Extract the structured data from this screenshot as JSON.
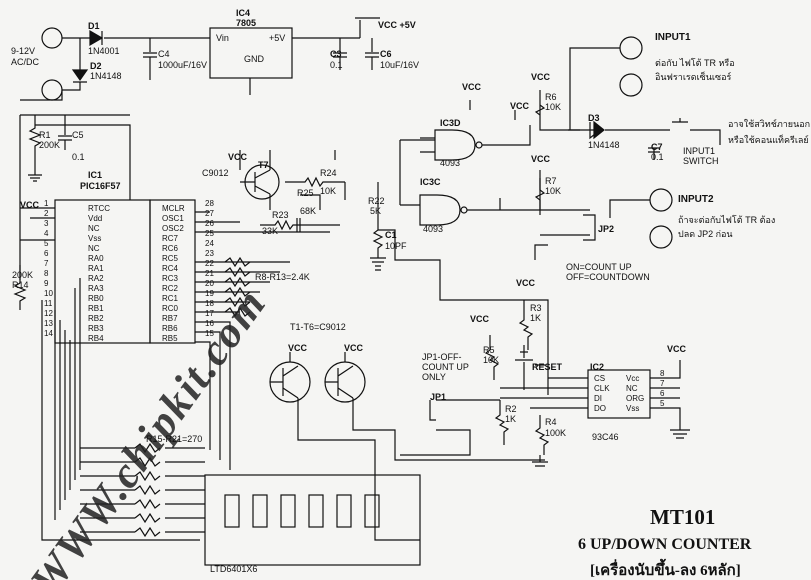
{
  "watermark": "WWW.chipkit.com",
  "supply": {
    "input_label": "9-12V",
    "input_type": "AC/DC",
    "vcc5": "VCC +5V"
  },
  "components": {
    "d1": "D1",
    "d1_part": "1N4001",
    "d2": "D2",
    "d2_part": "1N4148",
    "c4": "C4",
    "c4_val": "1000uF/16V",
    "ic4": "IC4",
    "ic4_part": "7805",
    "vin": "Vin",
    "plus5": "+5V",
    "gnd": "GND",
    "c3": "C3",
    "c3_val": "0.1",
    "c6": "C6",
    "c6_val": "10uF/16V",
    "r1": "R1",
    "r1_val": "200K",
    "c5": "C5",
    "c5_val": "0.1",
    "ic1": "IC1",
    "ic1_part": "PIC16F57",
    "c9012": "C9012",
    "t7": "T7",
    "r24": "R24",
    "r24_val": "10K",
    "r25": "R25",
    "r25_val": "68K",
    "r22": "R22",
    "r22_val": "5K",
    "r23": "R23",
    "r23_val": "33K",
    "c1": "C1",
    "c1_val": "10PF",
    "r8_13": "R8-R13=2.4K",
    "r14": "R14",
    "r14_val": "200K",
    "t1_t6": "T1-T6=C9012",
    "r15_21": "R15-R21=270",
    "display": "LTD6401X6",
    "ic3d": "IC3D",
    "ic3c": "IC3C",
    "ic3_part": "4093",
    "r6": "R6",
    "r6_val": "10K",
    "r7": "R7",
    "r7_val": "10K",
    "d3": "D3",
    "d3_part": "1N4148",
    "c7": "C7",
    "c7_val": "0.1",
    "input1_switch": "INPUT1 SWITCH",
    "jp2": "JP2",
    "r3": "R3",
    "r3_val": "1K",
    "r5": "R5",
    "r5_val": "10K",
    "r2": "R2",
    "r2_val": "1K",
    "r4": "R4",
    "r4_val": "100K",
    "reset": "RESET",
    "jp1": "JP1",
    "jp1_note": "JP1-OFF- COUNT UP ONLY",
    "ic2": "IC2",
    "ic2_part": "93C46"
  },
  "ic1_left_pins": [
    "RTCC",
    "Vdd",
    "NC",
    "Vss",
    "NC",
    "RA0",
    "RA1",
    "RA2",
    "RA3",
    "RB0",
    "RB1",
    "RB2",
    "RB3",
    "RB4"
  ],
  "ic1_left_nums": [
    "1",
    "2",
    "3",
    "4",
    "5",
    "6",
    "7",
    "8",
    "9",
    "10",
    "11",
    "12",
    "13",
    "14"
  ],
  "ic1_right_pins": [
    "MCLR",
    "OSC1",
    "OSC2",
    "RC7",
    "RC6",
    "RC5",
    "RC4",
    "RC3",
    "RC2",
    "RC1",
    "RC0",
    "RB7",
    "RB6",
    "RB5"
  ],
  "ic1_right_nums": [
    "28",
    "27",
    "26",
    "25",
    "24",
    "23",
    "22",
    "21",
    "20",
    "19",
    "18",
    "17",
    "16",
    "15"
  ],
  "ic2_left_pins": [
    "CS",
    "CLK",
    "DI",
    "DO"
  ],
  "ic2_right_pins": [
    "Vcc",
    "NC",
    "ORG",
    "Vss"
  ],
  "ic2_right_nums": [
    "8",
    "7",
    "6",
    "5"
  ],
  "vcc": "VCC",
  "inputs": {
    "input1": "INPUT1",
    "input1_note": "ต่อกับ ไฟโต้ TR หรือ อินฟราเรดเซ็นเซอร์",
    "switch_note": "อาจใช้สวิทช์ภายนอก หรือใช้คอนแท็ครีเลย์",
    "input2": "INPUT2",
    "input2_note": "ถ้าจะต่อกับไฟโต้ TR ต้องปลด JP2 ก่อน",
    "mode_note": "ON=COUNT UP OFF=COUNTDOWN"
  },
  "title": {
    "model": "MT101",
    "name": "6 UP/DOWN COUNTER",
    "thai": "[เครื่องนับขึ้น-ลง 6หลัก]"
  }
}
